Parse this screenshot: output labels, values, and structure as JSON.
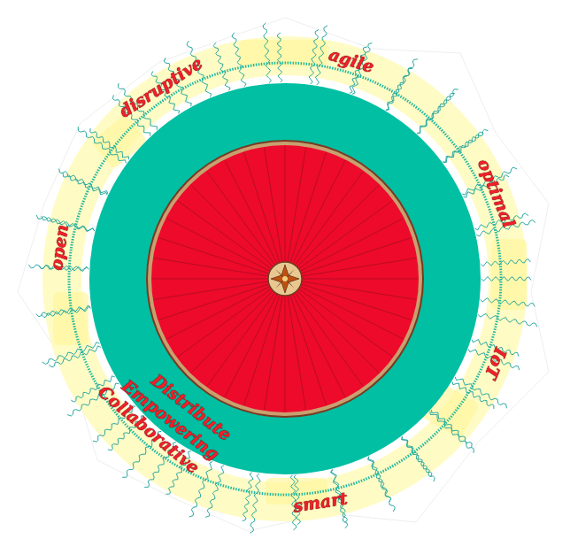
{
  "diagram": {
    "labels": [
      "disruptive",
      "agile",
      "optimal",
      "IoT",
      "smart",
      "Distribute",
      "Empowering",
      "Collaborative",
      "open"
    ]
  }
}
